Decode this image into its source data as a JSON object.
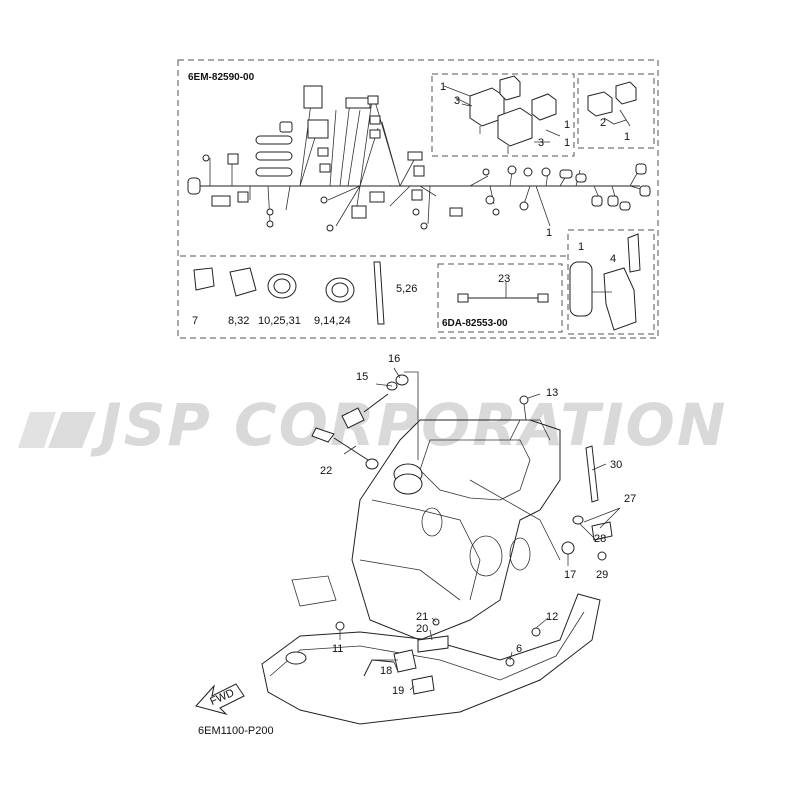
{
  "watermark": "JSP CORPORATION",
  "figure_code": "6EM1100-P200",
  "fwd_label": "FWD",
  "kit_codes": {
    "harness": "6EM-82590-00",
    "sub_harness": "6DA-82553-00"
  },
  "callouts": {
    "c1a": "1",
    "c1b": "1",
    "c1c": "1",
    "c1d": "1",
    "c1e": "1",
    "c2": "2",
    "c3a": "3",
    "c3b": "3",
    "c4": "4",
    "c5": "5,26",
    "c6": "6",
    "c7": "7",
    "c8": "8,32",
    "c9": "9,14,24",
    "c10": "10,25,31",
    "c11": "11",
    "c12": "12",
    "c13": "13",
    "c15": "15",
    "c16": "16",
    "c17": "17",
    "c18": "18",
    "c19": "19",
    "c20": "20",
    "c21": "21",
    "c22": "22",
    "c23": "23",
    "c27": "27",
    "c28": "28",
    "c29": "29",
    "c30": "30"
  }
}
